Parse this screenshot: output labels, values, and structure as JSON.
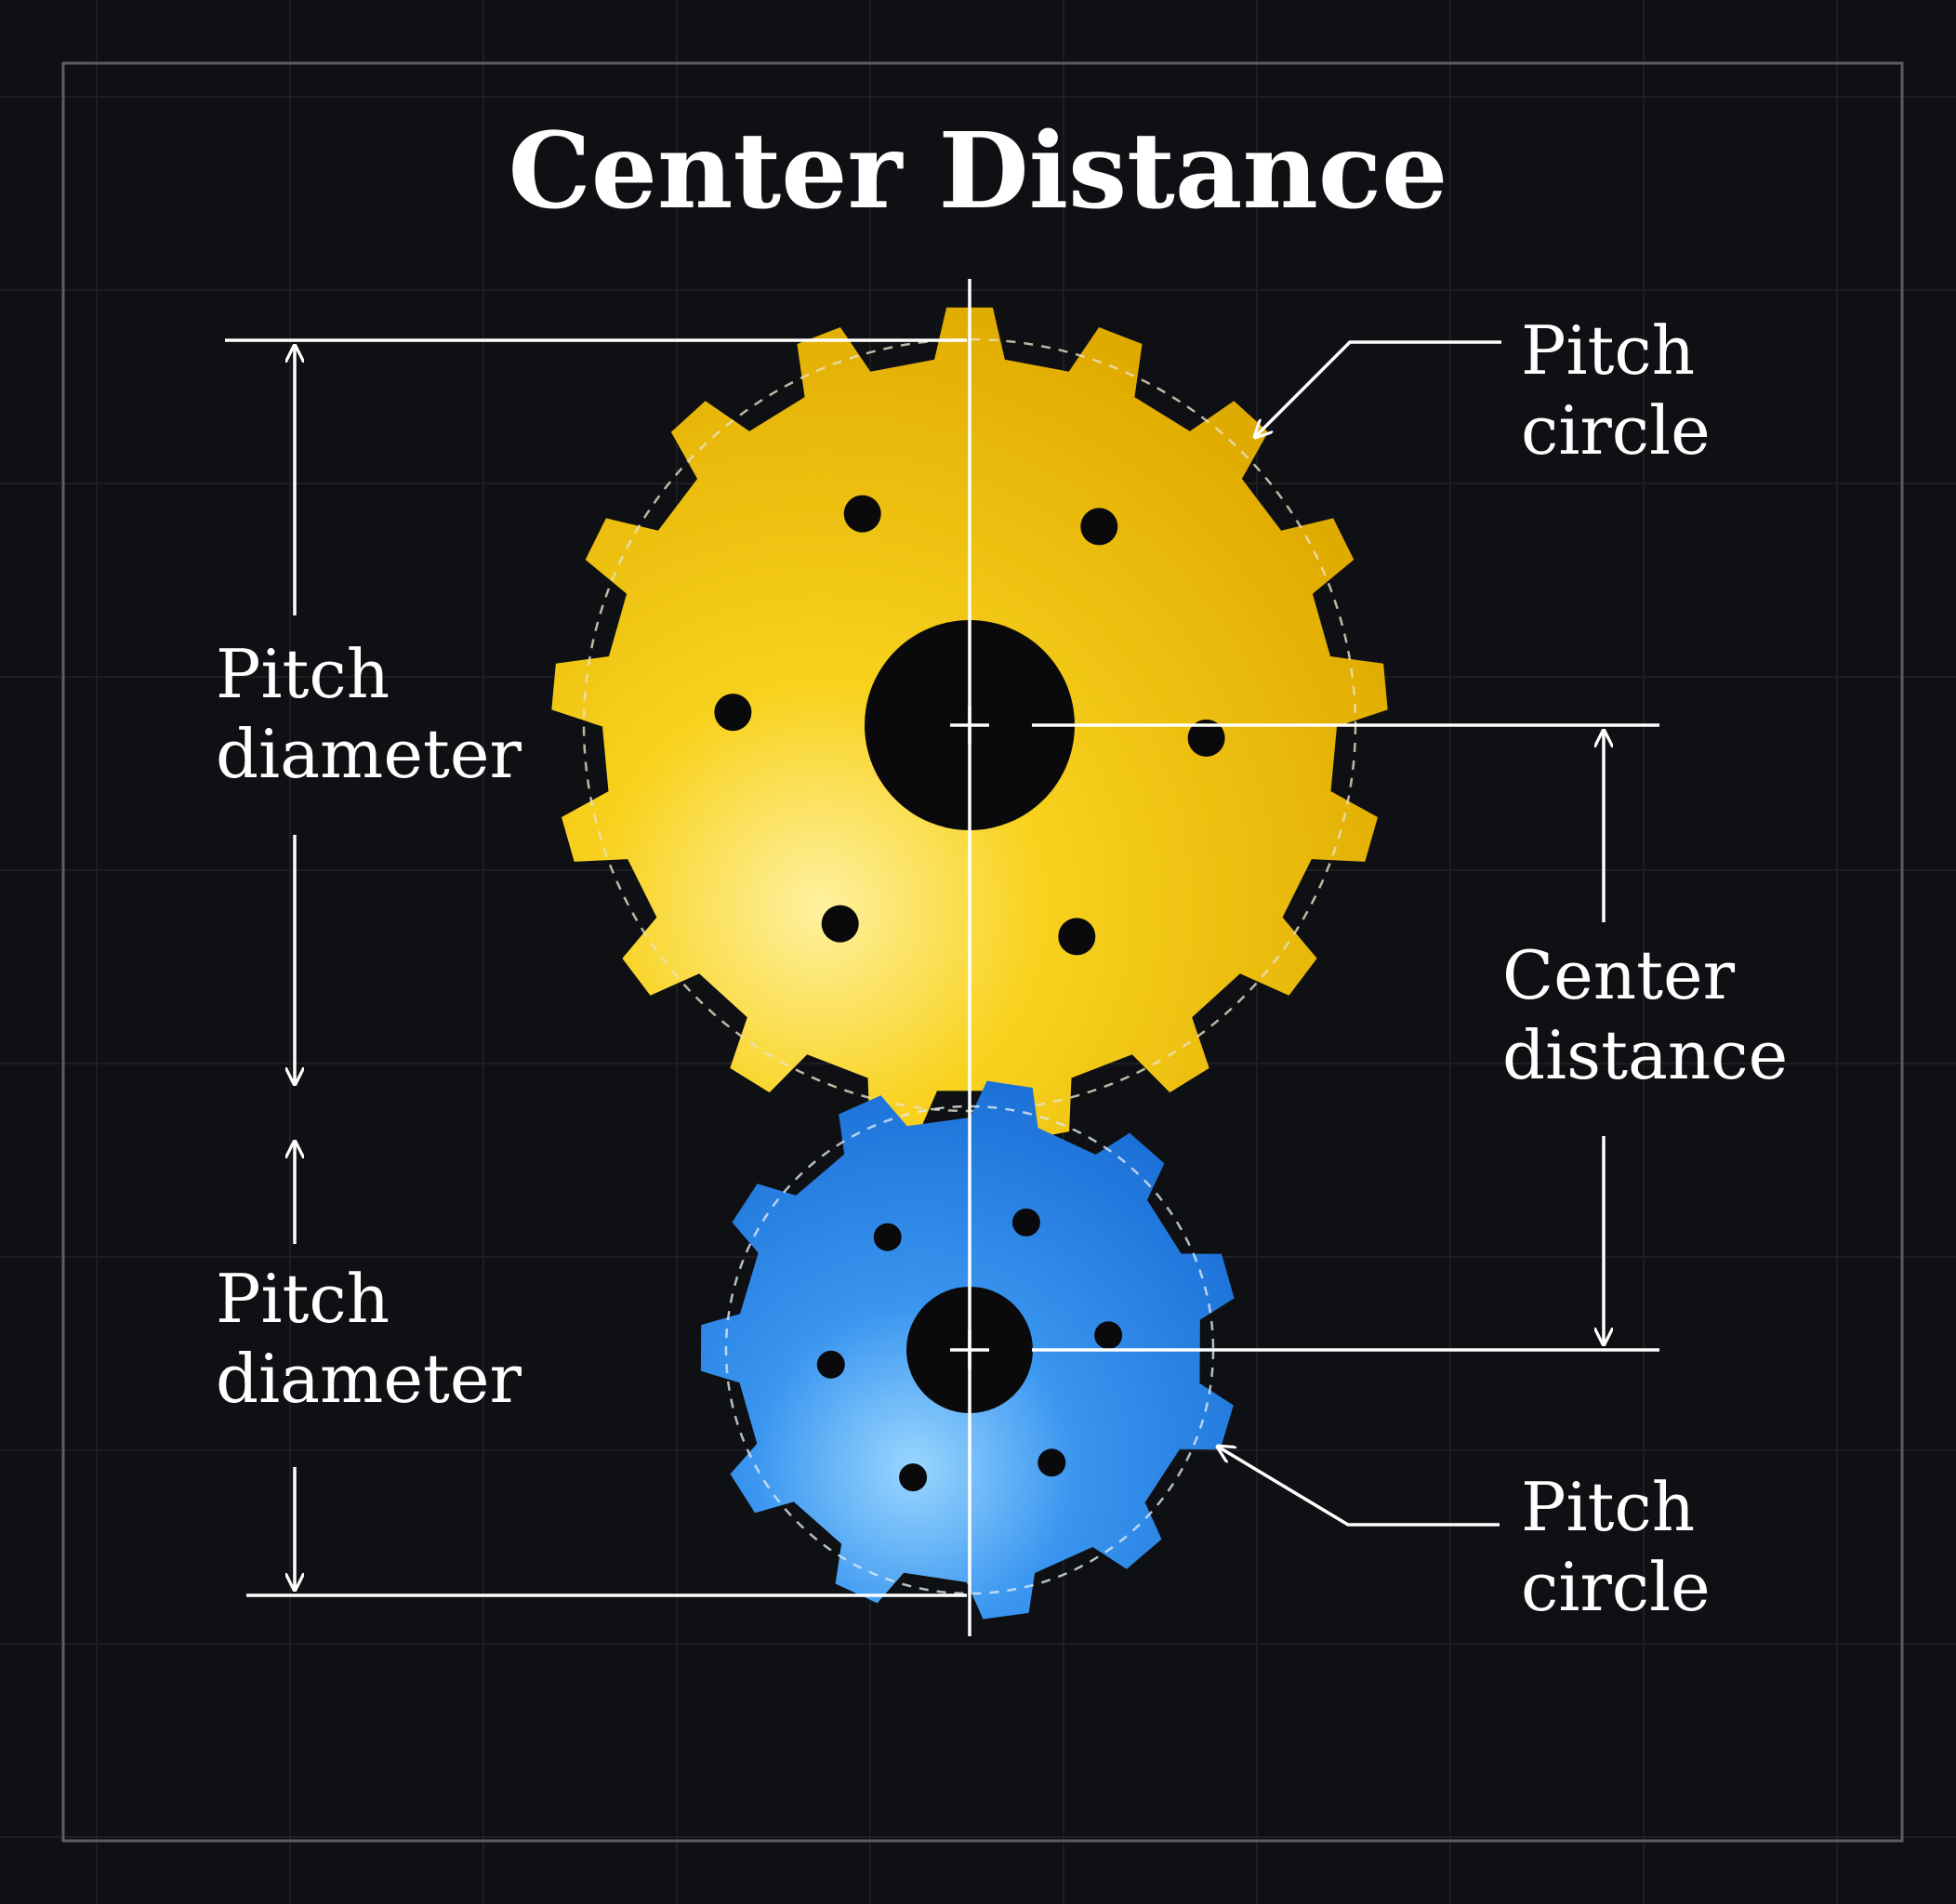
{
  "title": "Center Distance",
  "labels": {
    "pitch_circle_top": [
      "Pitch",
      "circle"
    ],
    "pitch_diameter_top": [
      "Pitch",
      "diameter"
    ],
    "center_distance": [
      "Center",
      "distance"
    ],
    "pitch_diameter_bottom": [
      "Pitch",
      "diameter"
    ],
    "pitch_circle_bottom": [
      "Pitch",
      "circle"
    ]
  },
  "colors": {
    "background": "#0f1013",
    "grid": "#1e2024",
    "frame": "#5a5c62",
    "line": "#ffffff",
    "large_gear": "#f2c200",
    "large_gear_highlight": "#fff1a0",
    "small_gear": "#1f7fe6",
    "small_gear_highlight": "#8fd0ff",
    "hole": "#0a0a0c"
  },
  "gears": {
    "large": {
      "teeth": 17,
      "holes": 6,
      "color_name": "yellow"
    },
    "small": {
      "teeth": 11,
      "holes": 6,
      "color_name": "blue"
    }
  }
}
